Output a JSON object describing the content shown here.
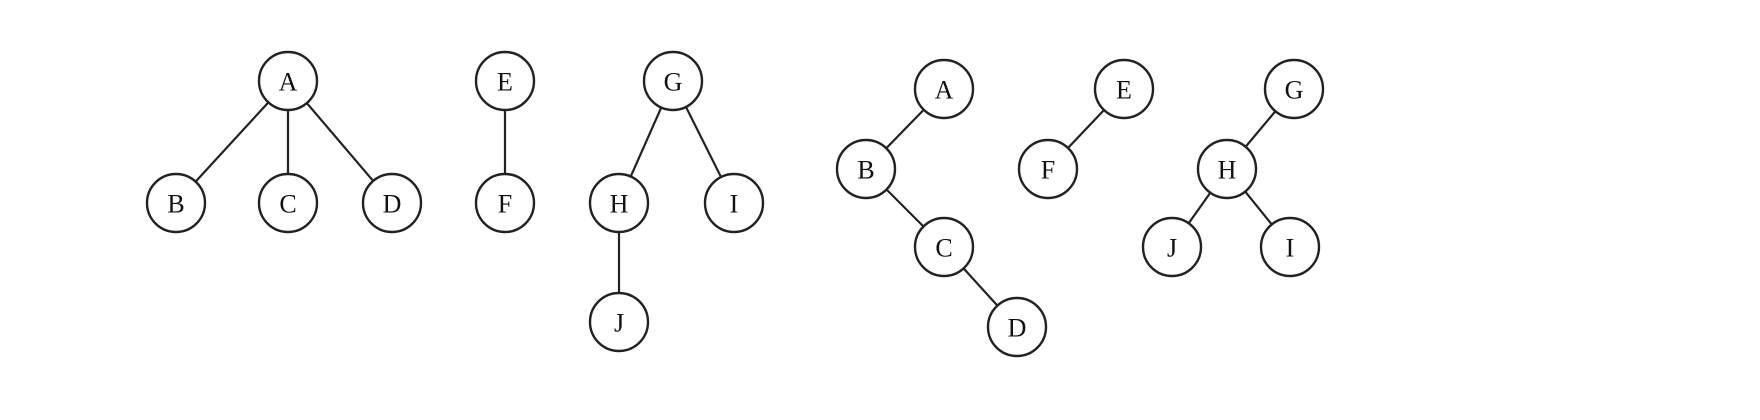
{
  "forests": [
    {
      "trees": [
        {
          "nodes": [
            "A",
            "B",
            "C",
            "D"
          ],
          "edges": [
            [
              "A",
              "B"
            ],
            [
              "A",
              "C"
            ],
            [
              "A",
              "D"
            ]
          ]
        },
        {
          "nodes": [
            "E",
            "F"
          ],
          "edges": [
            [
              "E",
              "F"
            ]
          ]
        },
        {
          "nodes": [
            "G",
            "H",
            "I",
            "J"
          ],
          "edges": [
            [
              "G",
              "H"
            ],
            [
              "G",
              "I"
            ],
            [
              "H",
              "J"
            ]
          ]
        }
      ]
    },
    {
      "trees": [
        {
          "nodes": [
            "A",
            "B",
            "C",
            "D"
          ],
          "edges": [
            [
              "A",
              "B"
            ],
            [
              "B",
              "C"
            ],
            [
              "C",
              "D"
            ]
          ]
        },
        {
          "nodes": [
            "E",
            "F"
          ],
          "edges": [
            [
              "E",
              "F"
            ]
          ]
        },
        {
          "nodes": [
            "G",
            "H",
            "J",
            "I"
          ],
          "edges": [
            [
              "G",
              "H"
            ],
            [
              "H",
              "J"
            ],
            [
              "H",
              "I"
            ]
          ]
        }
      ]
    }
  ],
  "colors": {
    "stroke": "#222222",
    "fill": "#ffffff",
    "text": "#111111"
  }
}
